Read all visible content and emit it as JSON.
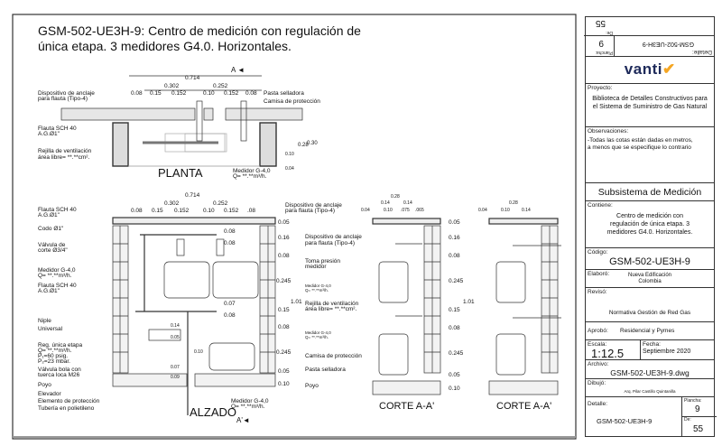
{
  "title": {
    "line1": "GSM-502-UE3H-9: Centro de medición con regulación de",
    "line2": "única etapa. 3 medidores G4.0.  Horizontales."
  },
  "planta": {
    "section_marker": "A ◄",
    "view_label": "PLANTA",
    "dims": [
      "0.714",
      "0.302",
      "0.252",
      "0.08",
      "0.15",
      "0.152",
      "0.10",
      "0.152",
      "0.08",
      "0.28",
      "0.30",
      "0.10",
      "0.04"
    ],
    "labels": [
      "Dispositivo de anclaje",
      "para flauta (Tipo-4)",
      "Pasta selladora",
      "Camisa de protección",
      "Flauta SCH 40",
      "A.G.Ø1\"",
      "Rejilla de ventilación",
      "área libre=  **.**cm².",
      "Medidor G-4,0",
      "Q=  **.**m³/h."
    ]
  },
  "alzado": {
    "section_marker": "A'◄",
    "view_label": "ALZADO",
    "dims": [
      "0.714",
      "0.302",
      "0.252",
      "0.08",
      "0.15",
      "0.152",
      "0.10",
      "0.152",
      ".08",
      "0.05",
      "0.16",
      "0.08",
      "0.245",
      "1.01",
      "0.15",
      "0.08",
      "0.245",
      "0.05",
      "0.10",
      "0.08",
      "0.08",
      "0.07",
      "0.08",
      "0.14",
      "0.05",
      "0.10",
      "0.07",
      "0.09"
    ],
    "labels_left": [
      "Flauta SCH 40",
      "A.G.Ø1\"",
      "Codo Ø1\"",
      "Válvula de",
      "corte Ø3/4\"",
      "Medidor G-4,0",
      "Q=  **.**m³/h.",
      "Flauta SCH 40",
      "A.G.Ø1\"",
      "Niple",
      "Universal",
      "Reg. única etapa",
      "Q=  **.**m³/h.",
      "P₁=60 psig.",
      "P₂=23 mbar.",
      "Válvula bola con",
      "tuerca loca M26",
      "Poyo",
      "Elevador",
      "Elemento de protección",
      "Tubería en polietileno"
    ],
    "labels_right": [
      "Dispositivo de anclaje",
      "para flauta (Tipo-4)",
      "Dispositivo de anclaje",
      "para flauta (Tipo-4)",
      "Toma presión",
      "medidor",
      "Medidor G-4,0",
      "Q=  **.**m³/h.",
      "Rejilla de ventilación",
      "área libre=   **.**cm².",
      "Medidor G-4,0",
      "Q=  **.**m³/h.",
      "Camisa de protección",
      "Pasta selladora",
      "Poyo"
    ],
    "meter_label": [
      "Medidor G-4,0",
      "Q=  **.**m³/h."
    ]
  },
  "cortes": [
    {
      "view_label": "CORTE A-A'",
      "top_dims": [
        "0.28",
        "0.14",
        "0.14",
        "0.04",
        "0.10",
        ".075",
        ".065"
      ],
      "side_dims": [
        "0.05",
        "0.16",
        "0.08",
        "0.245",
        "1.01",
        "0.15",
        "0.08",
        "0.245",
        "0.05",
        "0.10"
      ]
    },
    {
      "view_label": "CORTE A-A'",
      "top_dims": [
        "0.28",
        "0.04",
        "0.10",
        "0.14"
      ]
    }
  ],
  "title_block": {
    "header": {
      "de_label": "De:",
      "de_value": "55",
      "detalle_value": "GSM-502-UE3H-9",
      "plancha_label": "Plancha:",
      "plancha_value": "9",
      "detalle_label": "Detalle:"
    },
    "logo": {
      "text": "vanti",
      "mark": "✔"
    },
    "proyecto": {
      "label": "Proyecto:",
      "value": "Biblioteca de Detalles Constructivos para el Sistema de Suministro de Gas Natural"
    },
    "observaciones": {
      "label": "Observaciones:",
      "value": "-Todas las cotas están dadas en metros, a menos que se especifique lo contrario"
    },
    "subsistema": "Subsistema de Medición",
    "contiene": {
      "label": "Contiene:",
      "value": "Centro de medición con regulación de única etapa. 3 medidores G4.0. Horizontales."
    },
    "codigo": {
      "label": "Código:",
      "value": "GSM-502-UE3H-9"
    },
    "elaboro": {
      "label": "Elaboró:",
      "value": "Nueva Edificación Colombia"
    },
    "reviso": {
      "label": "Revisó:",
      "value": "Normativa Gestión de Red Gas"
    },
    "aprobo": {
      "label": "Aprobó:",
      "value": "Residencial y Pymes"
    },
    "escala": {
      "label": "Escala:",
      "value": "1:12.5"
    },
    "fecha": {
      "label": "Fecha:",
      "value": "Septiembre 2020"
    },
    "archivo": {
      "label": "Archivo:",
      "value": "GSM-502-UE3H-9.dwg"
    },
    "dibujo": {
      "label": "Dibujó:",
      "value": "Arq. Pilar Castillo Quintanilla"
    },
    "detalle": {
      "label": "Detalle:",
      "value": "GSM-502-UE3H-9"
    },
    "plancha": {
      "label": "Plancha:",
      "value": "9"
    },
    "de": {
      "label": "De:",
      "value": "55"
    }
  },
  "colors": {
    "line": "#333333",
    "brand": "#1e2a5a",
    "accent": "#f5a623"
  }
}
